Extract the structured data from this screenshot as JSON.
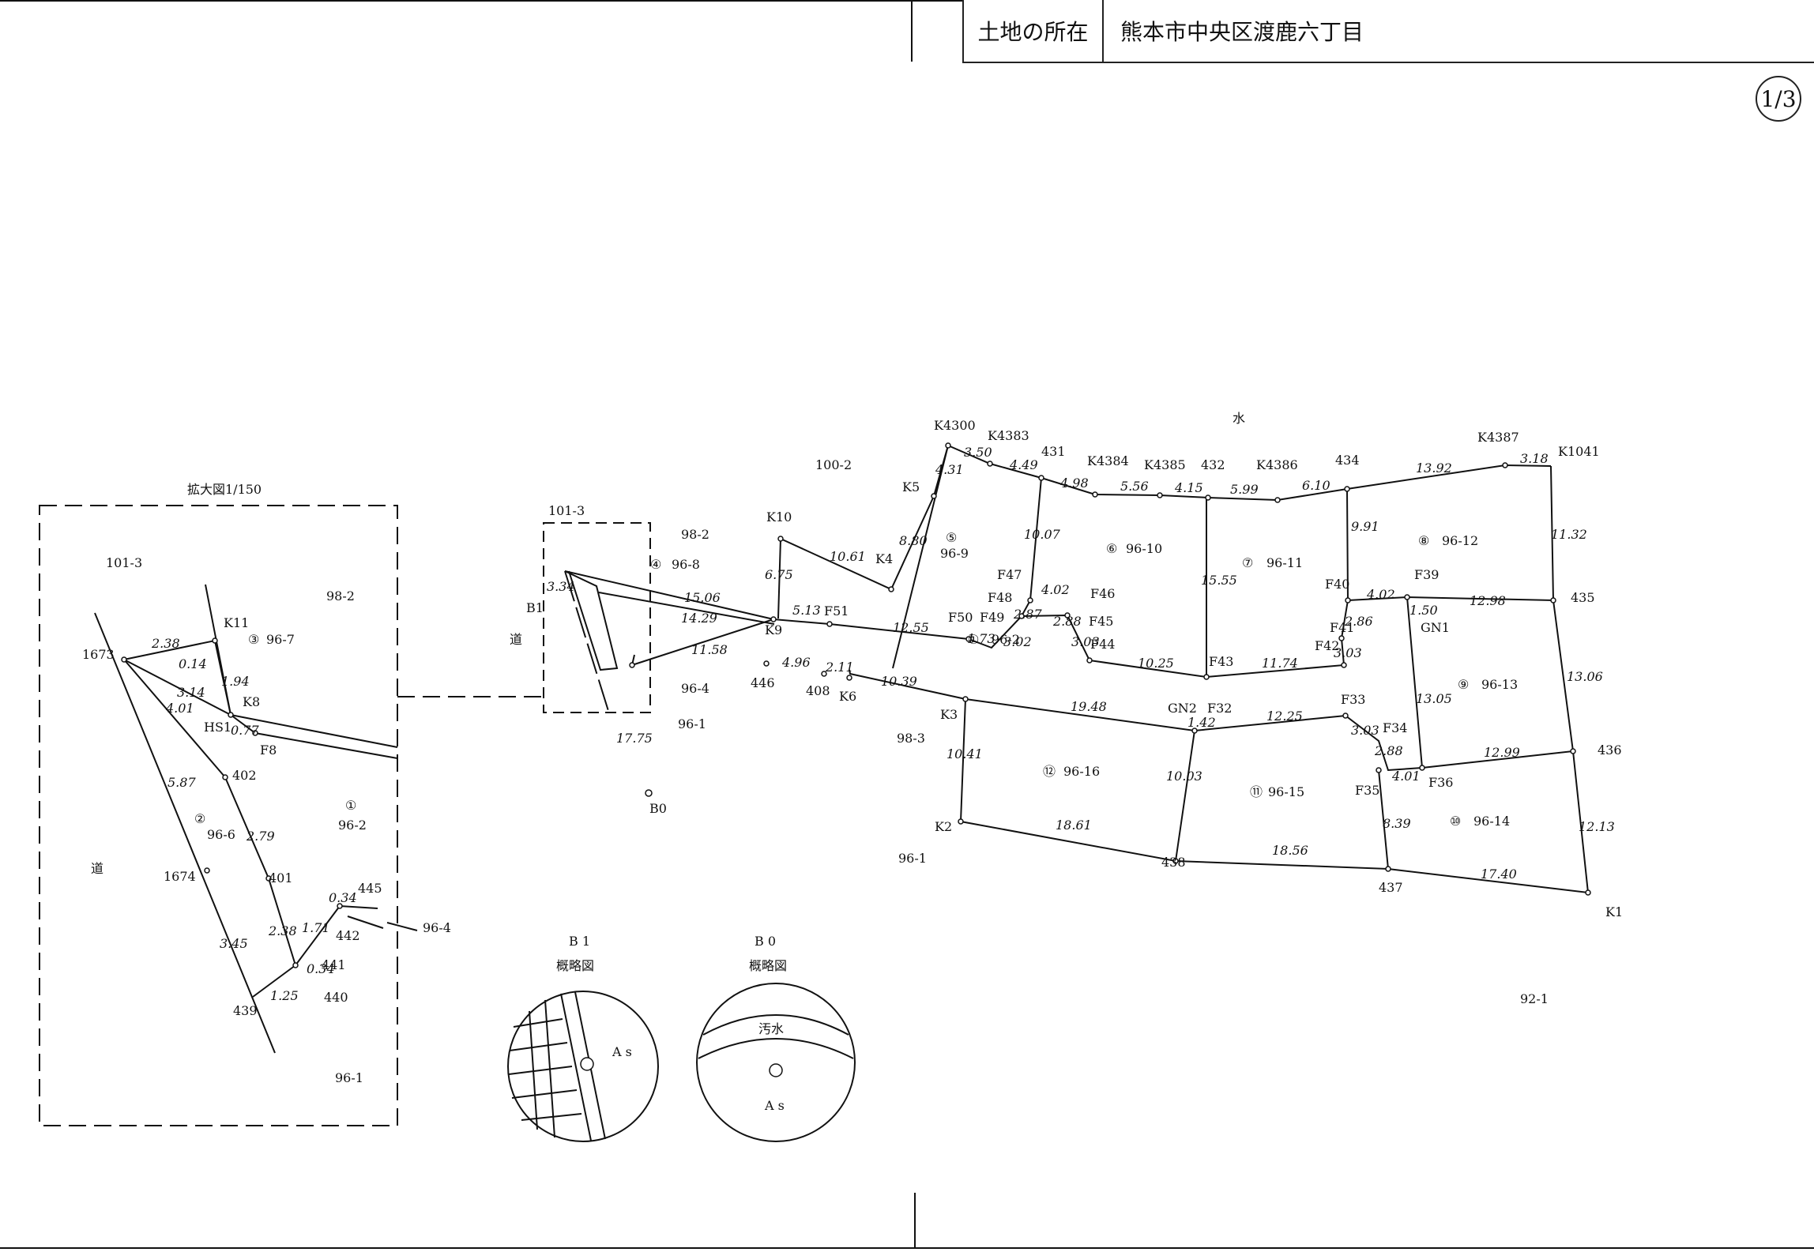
{
  "header": {
    "label": "土地の所在",
    "location": "熊本市中央区渡鹿六丁目"
  },
  "page_indicator": "1/3",
  "map": {
    "north_label": "水",
    "road_label": "道",
    "enlarged_title": "拡大図1/150",
    "parcels": [
      {
        "number": "①",
        "lot": "96-2"
      },
      {
        "number": "②",
        "lot": "96-6"
      },
      {
        "number": "③",
        "lot": "96-7"
      },
      {
        "number": "④",
        "lot": "96-8"
      },
      {
        "number": "⑤",
        "lot": "96-9"
      },
      {
        "number": "⑥",
        "lot": "96-10"
      },
      {
        "number": "⑦",
        "lot": "96-11"
      },
      {
        "number": "⑧",
        "lot": "96-12"
      },
      {
        "number": "⑨",
        "lot": "96-13"
      },
      {
        "number": "⑩",
        "lot": "96-14"
      },
      {
        "number": "⑪",
        "lot": "96-15"
      },
      {
        "number": "⑫",
        "lot": "96-16"
      }
    ],
    "adjacent_lots": [
      "100-2",
      "101-3",
      "98-2",
      "96-4",
      "96-1",
      "98-3",
      "92-1"
    ],
    "points": [
      "K4300",
      "K4383",
      "431",
      "K4384",
      "K4385",
      "432",
      "K4386",
      "434",
      "K4387",
      "K1041",
      "K5",
      "K4",
      "K10",
      "K9",
      "F51",
      "F50",
      "F49",
      "F48",
      "F47",
      "F46",
      "F45",
      "F44",
      "F43",
      "F42",
      "F41",
      "F40",
      "F39",
      "GN1",
      "435",
      "436",
      "K1",
      "437",
      "438",
      "K2",
      "K3",
      "GN2",
      "F32",
      "F33",
      "F34",
      "F35",
      "F36",
      "446",
      "408",
      "K6",
      "B1",
      "B0",
      "1673",
      "1674",
      "K11",
      "K8",
      "HS1",
      "F8",
      "402",
      "401",
      "445",
      "442",
      "441",
      "440",
      "439"
    ],
    "distances": [
      "3.50",
      "4.49",
      "4.98",
      "5.56",
      "4.15",
      "5.99",
      "6.10",
      "13.92",
      "3.18",
      "4.31",
      "8.80",
      "10.61",
      "6.75",
      "15.06",
      "14.29",
      "5.13",
      "12.55",
      "1.73",
      "3.02",
      "2.87",
      "4.02",
      "2.88",
      "3.03",
      "10.25",
      "11.74",
      "3.03",
      "2.86",
      "4.02",
      "1.50",
      "12.98",
      "9.91",
      "10.07",
      "15.55",
      "11.32",
      "13.06",
      "13.05",
      "12.99",
      "12.13",
      "4.01",
      "8.39",
      "17.40",
      "18.56",
      "18.61",
      "10.41",
      "10.03",
      "19.48",
      "1.42",
      "12.25",
      "3.03",
      "2.88",
      "11.58",
      "4.96",
      "2.11",
      "10.39",
      "3.34",
      "17.75",
      "2.38",
      "0.14",
      "1.94",
      "3.14",
      "4.01",
      "0.77",
      "5.87",
      "2.79",
      "3.45",
      "2.38",
      "1.71",
      "0.34",
      "0.34",
      "1.25"
    ],
    "detail_b1": {
      "title": "B 1",
      "subtitle": "概略図",
      "surface": "A s"
    },
    "detail_b0": {
      "title": "B 0",
      "subtitle": "概略図",
      "upper": "汚水",
      "surface": "A s"
    }
  }
}
